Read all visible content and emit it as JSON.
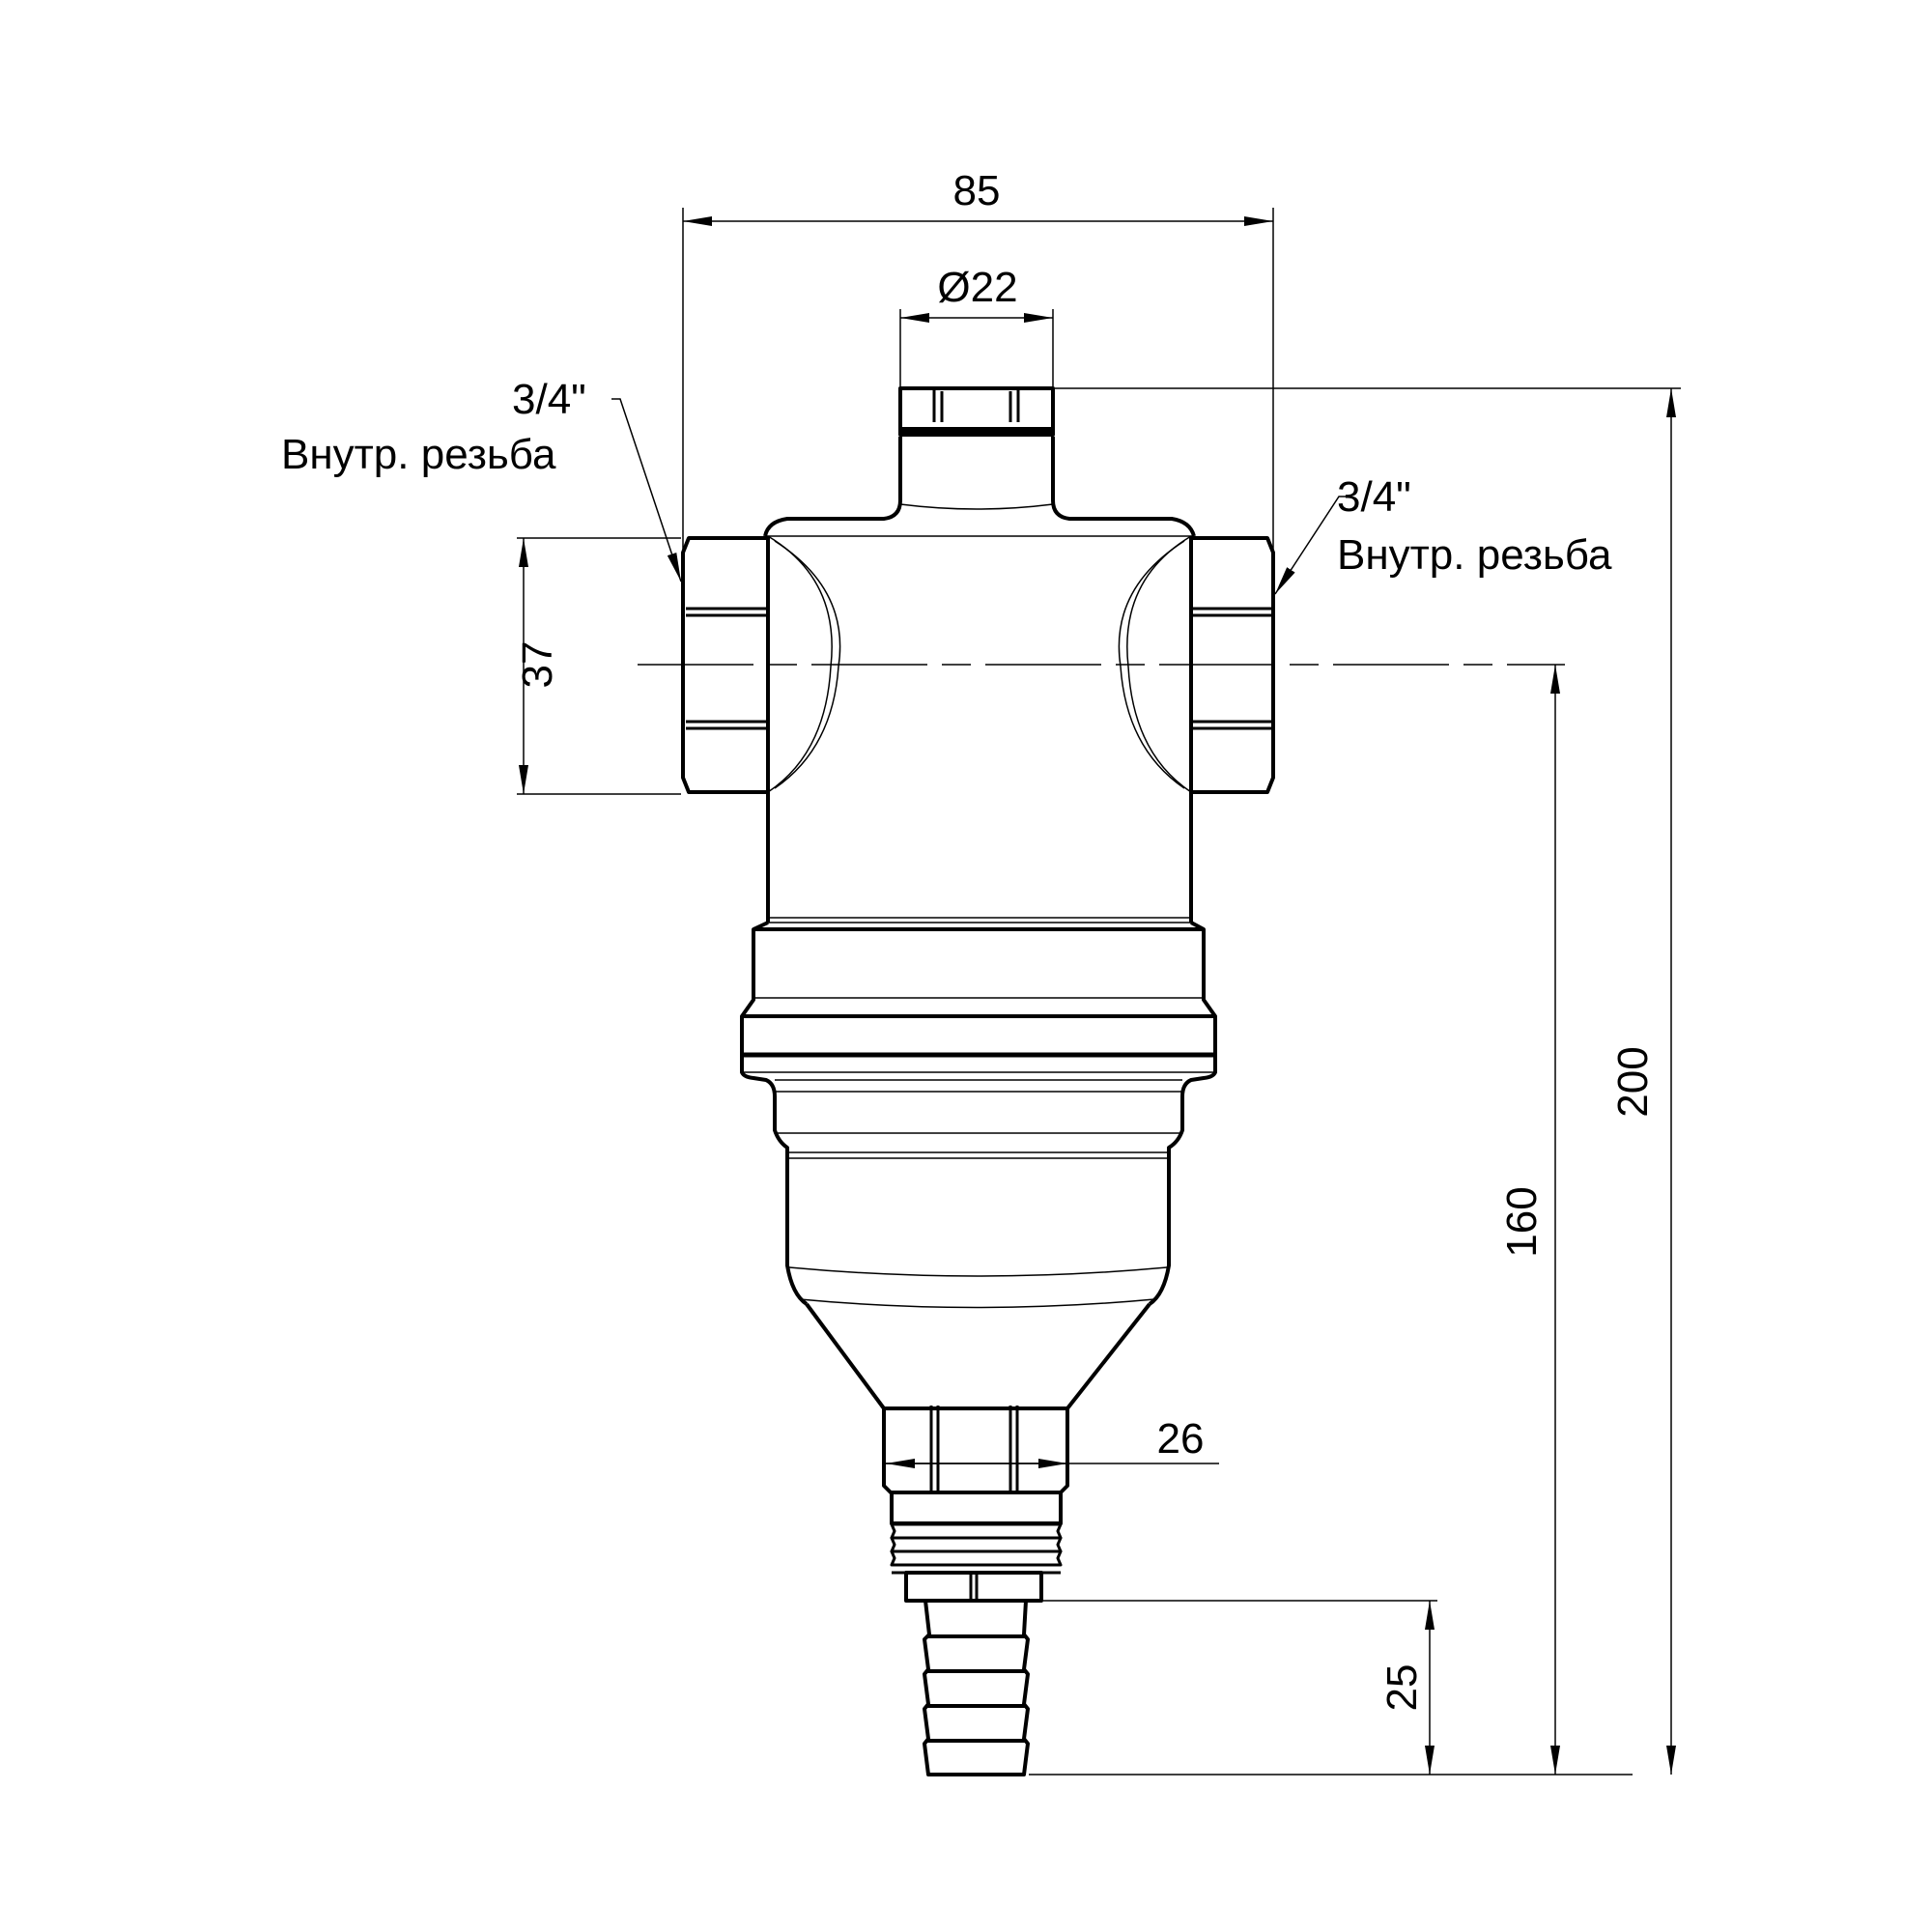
{
  "drawing": {
    "title": "Technical drawing of filter with dimensions",
    "line_color": "#000000",
    "background": "#ffffff"
  },
  "dimensions": {
    "overall_width": "85",
    "top_cap_diameter": "Ø22",
    "nut_height": "37",
    "bottom_nut_width": "26",
    "hose_barb_length": "25",
    "centerline_to_bottom": "160",
    "overall_height": "200"
  },
  "callouts": {
    "left": {
      "size": "3/4\"",
      "description": "Внутр. резьба"
    },
    "right": {
      "size": "3/4\"",
      "description": "Внутр. резьба"
    }
  }
}
